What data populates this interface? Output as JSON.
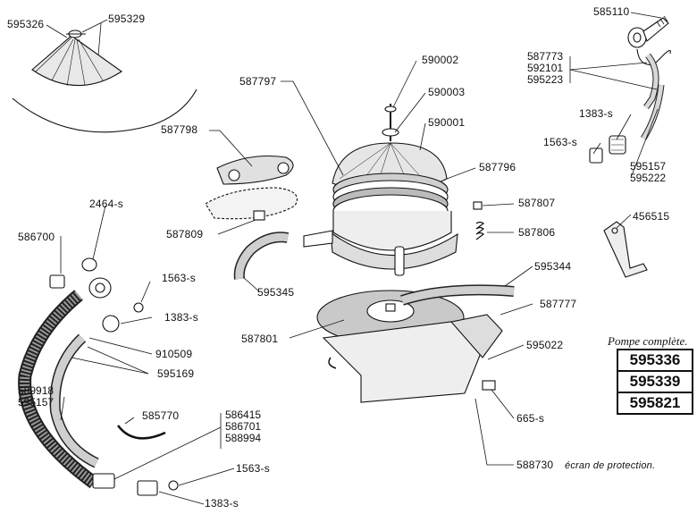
{
  "labels": {
    "l595326": "595326",
    "l595329": "595329",
    "l590002": "590002",
    "l587797": "587797",
    "l590003": "590003",
    "l590001": "590001",
    "l587798": "587798",
    "l587796": "587796",
    "l587809": "587809",
    "l587807": "587807",
    "l587806": "587806",
    "l595345": "595345",
    "l595344": "595344",
    "l587777": "587777",
    "l587801": "587801",
    "l595022": "595022",
    "l665s": "665-s",
    "l588730": "588730",
    "l588730_note": "écran de protection.",
    "l2464s": "2464-s",
    "l586700": "586700",
    "l1563s_a": "1563-s",
    "l1383s_a": "1383-s",
    "l910509": "910509",
    "l595169": "595169",
    "l585770": "585770",
    "l1563s_b": "1563-s",
    "l1383s_b": "1383-s",
    "l585110": "585110",
    "l1383s_c": "1383-s",
    "l1563s_c": "1563-s",
    "l456515": "456515"
  },
  "stacks": {
    "s589918": [
      "589918",
      "595157"
    ],
    "s586415": [
      "586415",
      "586701",
      "588994"
    ],
    "s587773": [
      "587773",
      "592101",
      "595223"
    ],
    "s595157": [
      "595157",
      "595222"
    ]
  },
  "pompe": {
    "title": "Pompe complète.",
    "codes": [
      "595336",
      "595339",
      "595821"
    ]
  }
}
